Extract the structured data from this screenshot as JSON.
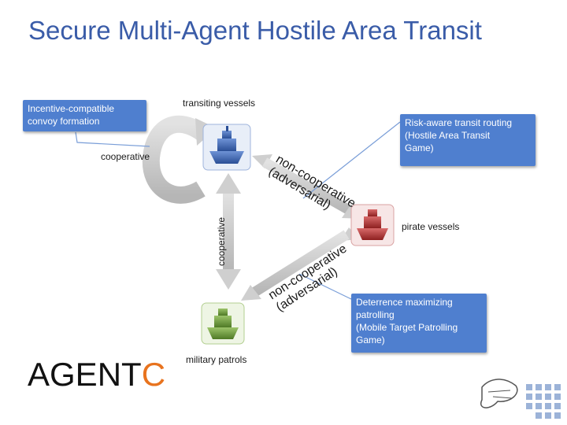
{
  "title": "Secure Multi-Agent Hostile Area Transit",
  "labels": {
    "transiting": "transiting vessels",
    "cooperative_left": "cooperative",
    "cooperative_vertical": "cooperative",
    "pirate": "pirate vessels",
    "military": "military patrols"
  },
  "boxes": {
    "incentive": {
      "line1": "Incentive-compatible",
      "line2": "convoy formation"
    },
    "risk": {
      "line1": "Risk-aware transit routing",
      "line2": "(Hostile Area Transit",
      "line3": "Game)"
    },
    "deterrence": {
      "line1": "Deterrence maximizing",
      "line2": "patrolling",
      "line3": "(Mobile Target Patrolling",
      "line4": "Game)"
    }
  },
  "noncoop_upper": {
    "line1": "non-cooperative",
    "line2": "(adversarial)"
  },
  "noncoop_lower": {
    "line1": "non-cooperative",
    "line2": "(adversarial)"
  },
  "logo": {
    "main": "AGENT",
    "accent": "C"
  },
  "colors": {
    "title": "#3a5ca8",
    "box": "#4f7fcf",
    "ship_blue": "#3b63b0",
    "ship_red": "#b03030",
    "ship_green": "#6e9c3a",
    "logo_accent": "#e8731e",
    "arrow": "#c8c8c8"
  },
  "icons": [
    "blue-ship-icon",
    "red-ship-icon",
    "green-ship-icon",
    "circular-arrow-icon",
    "university-logo-icon"
  ]
}
